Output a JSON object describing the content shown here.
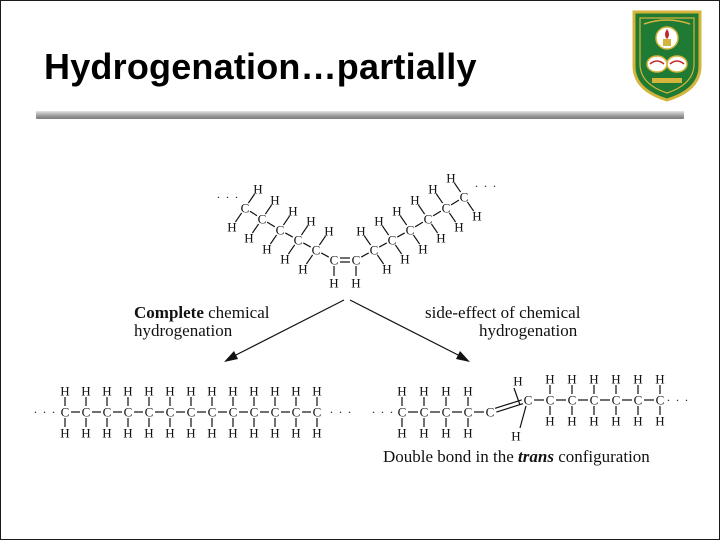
{
  "slide": {
    "title": "Hydrogenation…partially"
  },
  "logo": {
    "name": "university-seal",
    "colors": {
      "green": "#1f7a33",
      "gold": "#d4b43a",
      "red": "#c0282d"
    }
  },
  "diagram": {
    "atom_carbon": "C",
    "atom_hydrogen": "H",
    "ellipsis": "· · ·",
    "caption_left_bold": "Complete",
    "caption_left_rest": " chemical",
    "caption_left_line2": "hydrogenation",
    "caption_right_line1": "side-effect of chemical",
    "caption_right_line2": "hydrogenation",
    "caption_bottom_pre": "Double bond in the ",
    "caption_bottom_em": "trans",
    "caption_bottom_post": " configuration"
  }
}
